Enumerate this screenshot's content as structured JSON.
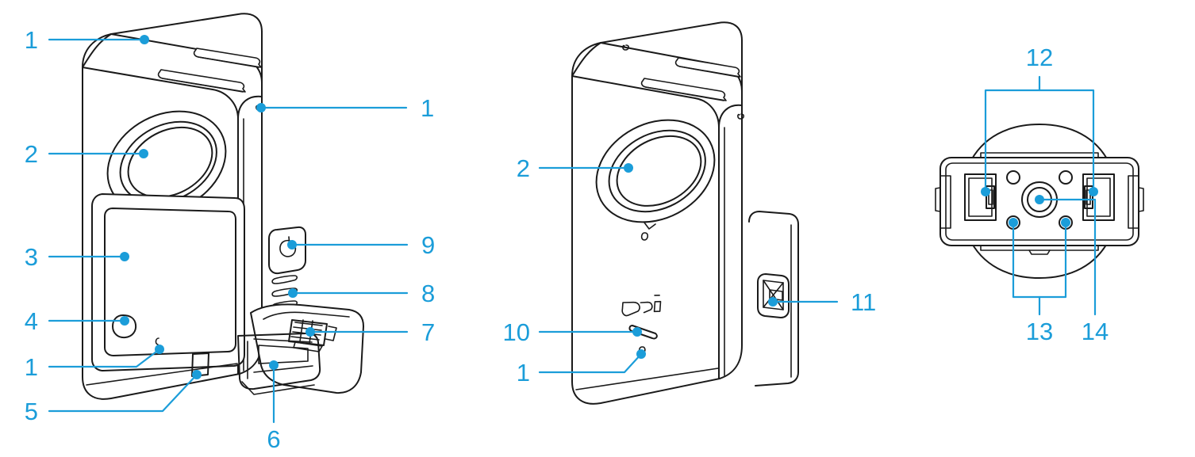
{
  "figure": {
    "title": "Camera component callout diagram",
    "accent_color": "#1b9dd9",
    "line_color": "#1a1a1a",
    "background": "#ffffff",
    "views": [
      {
        "id": "front-left-iso",
        "name": "Front three-quarter view"
      },
      {
        "id": "rear-right-iso",
        "name": "Rear three-quarter view"
      },
      {
        "id": "bottom",
        "name": "Bottom view"
      }
    ]
  },
  "callouts": {
    "view1": [
      {
        "key": "v1-1a",
        "label": "1",
        "target": "microphone-top-left"
      },
      {
        "key": "v1-1b",
        "label": "1",
        "target": "microphone-top-right"
      },
      {
        "key": "v1-2",
        "label": "2",
        "target": "front-lens"
      },
      {
        "key": "v1-3",
        "label": "3",
        "target": "touchscreen"
      },
      {
        "key": "v1-4",
        "label": "4",
        "target": "record-button"
      },
      {
        "key": "v1-1c",
        "label": "1",
        "target": "microphone-bottom"
      },
      {
        "key": "v1-5",
        "label": "5",
        "target": "indicator-window"
      },
      {
        "key": "v1-6",
        "label": "6",
        "target": "battery-card-compartment"
      },
      {
        "key": "v1-7",
        "label": "7",
        "target": "microsd-card-slot"
      },
      {
        "key": "v1-8",
        "label": "8",
        "target": "speaker"
      },
      {
        "key": "v1-9",
        "label": "9",
        "target": "power-button"
      }
    ],
    "view2": [
      {
        "key": "v2-2",
        "label": "2",
        "target": "rear-lens"
      },
      {
        "key": "v2-10",
        "label": "10",
        "target": "status-led"
      },
      {
        "key": "v2-1",
        "label": "1",
        "target": "microphone-rear"
      },
      {
        "key": "v2-11",
        "label": "11",
        "target": "usb-c-port"
      }
    ],
    "view3": [
      {
        "key": "v3-12",
        "label": "12",
        "target": "quick-release-latches"
      },
      {
        "key": "v3-13",
        "label": "13",
        "target": "locating-holes"
      },
      {
        "key": "v3-14",
        "label": "14",
        "target": "tripod-mount-thread"
      }
    ]
  },
  "icons": {
    "power": "power-icon",
    "brand": "dji-logo-icon"
  }
}
